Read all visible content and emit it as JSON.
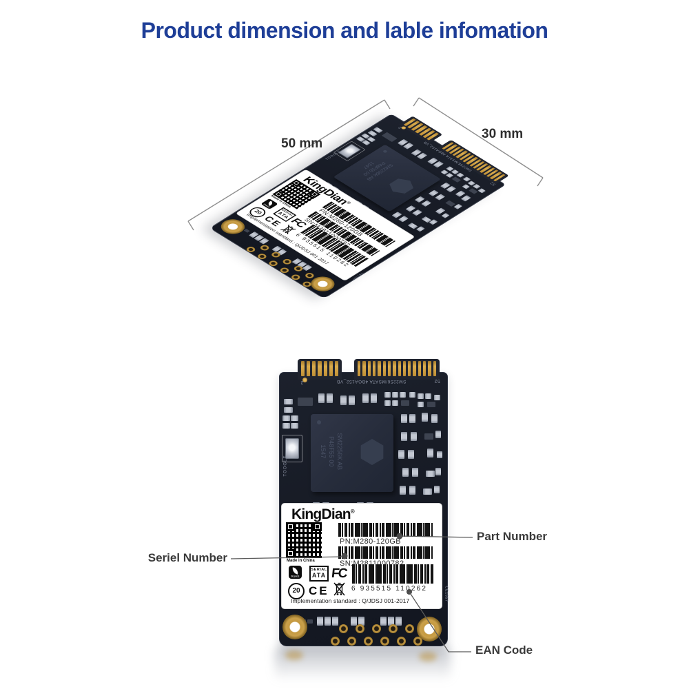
{
  "title": "Product dimension and lable infomation",
  "dimension_labels": {
    "length": "50 mm",
    "width": "30 mm"
  },
  "callouts": {
    "serial": "Seriel Number",
    "part": "Part Number",
    "ean": "EAN Code"
  },
  "ssd_board": {
    "brand": "KingDian",
    "reg_mark": "®",
    "made_in": "Made in China",
    "part_number": "PN:M280-120GB",
    "serial_number": "SN:M2811000782",
    "ean_digits": "6 935515 110262",
    "implementation": "Implementation standard : Q/JDSJ 001-2017",
    "silk_connector": "SM2256/MSATA 4BGA152_VB",
    "silk_pin52": "52",
    "silk_pin2": "2",
    "silk_toggle": "TOOGLE",
    "silk_ce": "CE1557",
    "chip": {
      "line1": "SM2256K AB",
      "line2": "P48F55 00",
      "line3": "1547"
    },
    "badges": {
      "rohs": "RoHS",
      "sata_line1": "SERIAL",
      "sata_line2": "ATA",
      "fcc": "FC",
      "efup": "20",
      "ce": "CE"
    }
  },
  "colors": {
    "accent_blue": "#1e3e97",
    "pcb_dark": "#171c27",
    "gold": "#c8993e",
    "label_bg": "#ffffff"
  }
}
